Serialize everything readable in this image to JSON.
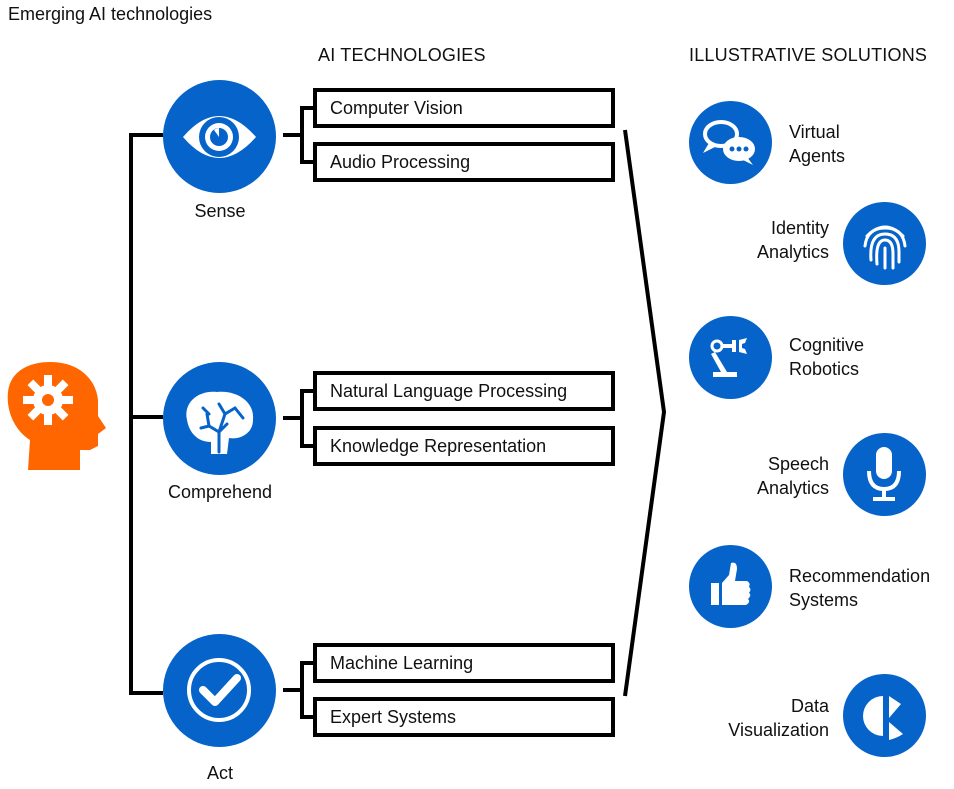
{
  "title": "Emerging AI technologies",
  "headers": {
    "technologies": "AI TECHNOLOGIES",
    "solutions": "ILLUSTRATIVE SOLUTIONS"
  },
  "colors": {
    "accent_blue": "#0563C9",
    "head_orange": "#FF6600",
    "line": "#000000"
  },
  "stages": [
    {
      "label": "Sense",
      "icon": "eye-icon",
      "technologies": [
        "Computer Vision",
        "Audio Processing"
      ]
    },
    {
      "label": "Comprehend",
      "icon": "brain-icon",
      "technologies": [
        "Natural Language Processing",
        "Knowledge Representation"
      ]
    },
    {
      "label": "Act",
      "icon": "check-circle-icon",
      "technologies": [
        "Machine Learning",
        "Expert Systems"
      ]
    }
  ],
  "solutions": [
    {
      "line1": "Virtual",
      "line2": "Agents",
      "icon": "chat-bubbles-icon"
    },
    {
      "line1": "Identity",
      "line2": "Analytics",
      "icon": "fingerprint-icon"
    },
    {
      "line1": "Cognitive",
      "line2": "Robotics",
      "icon": "robot-arm-icon"
    },
    {
      "line1": "Speech",
      "line2": "Analytics",
      "icon": "microphone-icon"
    },
    {
      "line1": "Recommendation",
      "line2": "Systems",
      "icon": "thumbs-up-icon"
    },
    {
      "line1": "Data",
      "line2": "Visualization",
      "icon": "pie-chart-icon"
    }
  ]
}
